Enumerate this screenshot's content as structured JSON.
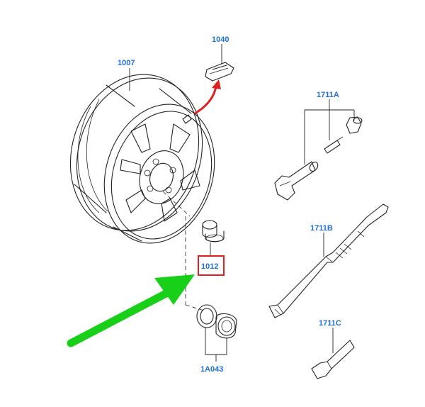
{
  "colors": {
    "label": "#1f6fd6",
    "highlight_box": "#e02020",
    "red_arrow": "#e02020",
    "green_arrow": "#19d019",
    "line": "#222222"
  },
  "callouts": {
    "wheel": "1007",
    "sensor": "1040",
    "valve_kit_a": "1711A",
    "valve_kit_b": "1711B",
    "valve_kit_c": "1711C",
    "wheel_nut": "1012",
    "cap_kit": "1A043"
  },
  "highlighted_callout": "1012"
}
